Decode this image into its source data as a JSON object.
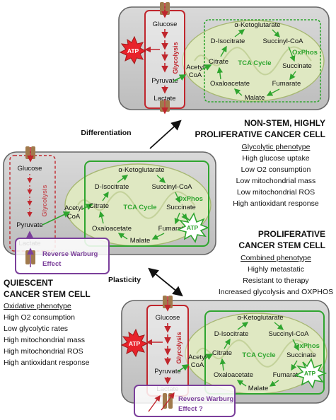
{
  "labels": {
    "glucose": "Glucose",
    "pyruvate": "Pyruvate",
    "lactate": "Lactate",
    "glycolysis": "Glycolysis",
    "atp": "ATP",
    "acetyl": "Acetyl",
    "coa": "CoA",
    "akg": "α-Ketoglutarate",
    "d_isocitrate": "D-Isocitrate",
    "succinyl_coa": "Succinyl-CoA",
    "citrate": "Citrate",
    "tca_cycle": "TCA Cycle",
    "oxphos": "OxPhos",
    "succinate": "Succinate",
    "oxaloacetate": "Oxaloacetate",
    "fumarate": "Fumarate",
    "malate": "Malate",
    "reverse_warburg": "Reverse Warburg",
    "effect": "Effect",
    "effect_q": "Effect ?"
  },
  "transitions": {
    "differentiation": "Differentiation",
    "plasticity": "Plasticity"
  },
  "cells": {
    "non_stem": {
      "title_1": "NON-STEM, HIGHLY",
      "title_2": "PROLIFERATIVE CANCER CELL",
      "phenotype": "Glycolytic phenotype",
      "traits": [
        "High glucose uptake",
        "Low O2 consumption",
        "Low mitochondrial mass",
        "Low mitochondrial ROS",
        "High antioxidant response"
      ]
    },
    "proliferative_stem": {
      "title_1": "PROLIFERATIVE",
      "title_2": "CANCER STEM CELL",
      "phenotype": "Combined phenotype",
      "traits": [
        "Highly metastatic",
        "Resistant to therapy",
        "Increased glycolysis and OXPHOS"
      ]
    },
    "quiescent_stem": {
      "title_1": "QUIESCENT",
      "title_2": "CANCER STEM CELL",
      "phenotype": "Oxidative phenotype",
      "traits": [
        "High O2 consumption",
        "Low glycolytic rates",
        "High mitochondrial mass",
        "High mitochondrial ROS",
        "High antioxidant response"
      ]
    }
  },
  "colors": {
    "glycolysis_red": "#c0262d",
    "tca_green": "#2fa52f",
    "warburg_purple": "#7b3f9b",
    "cell_gray": "#c9c9c9",
    "mito_green": "#dfe8c2"
  }
}
